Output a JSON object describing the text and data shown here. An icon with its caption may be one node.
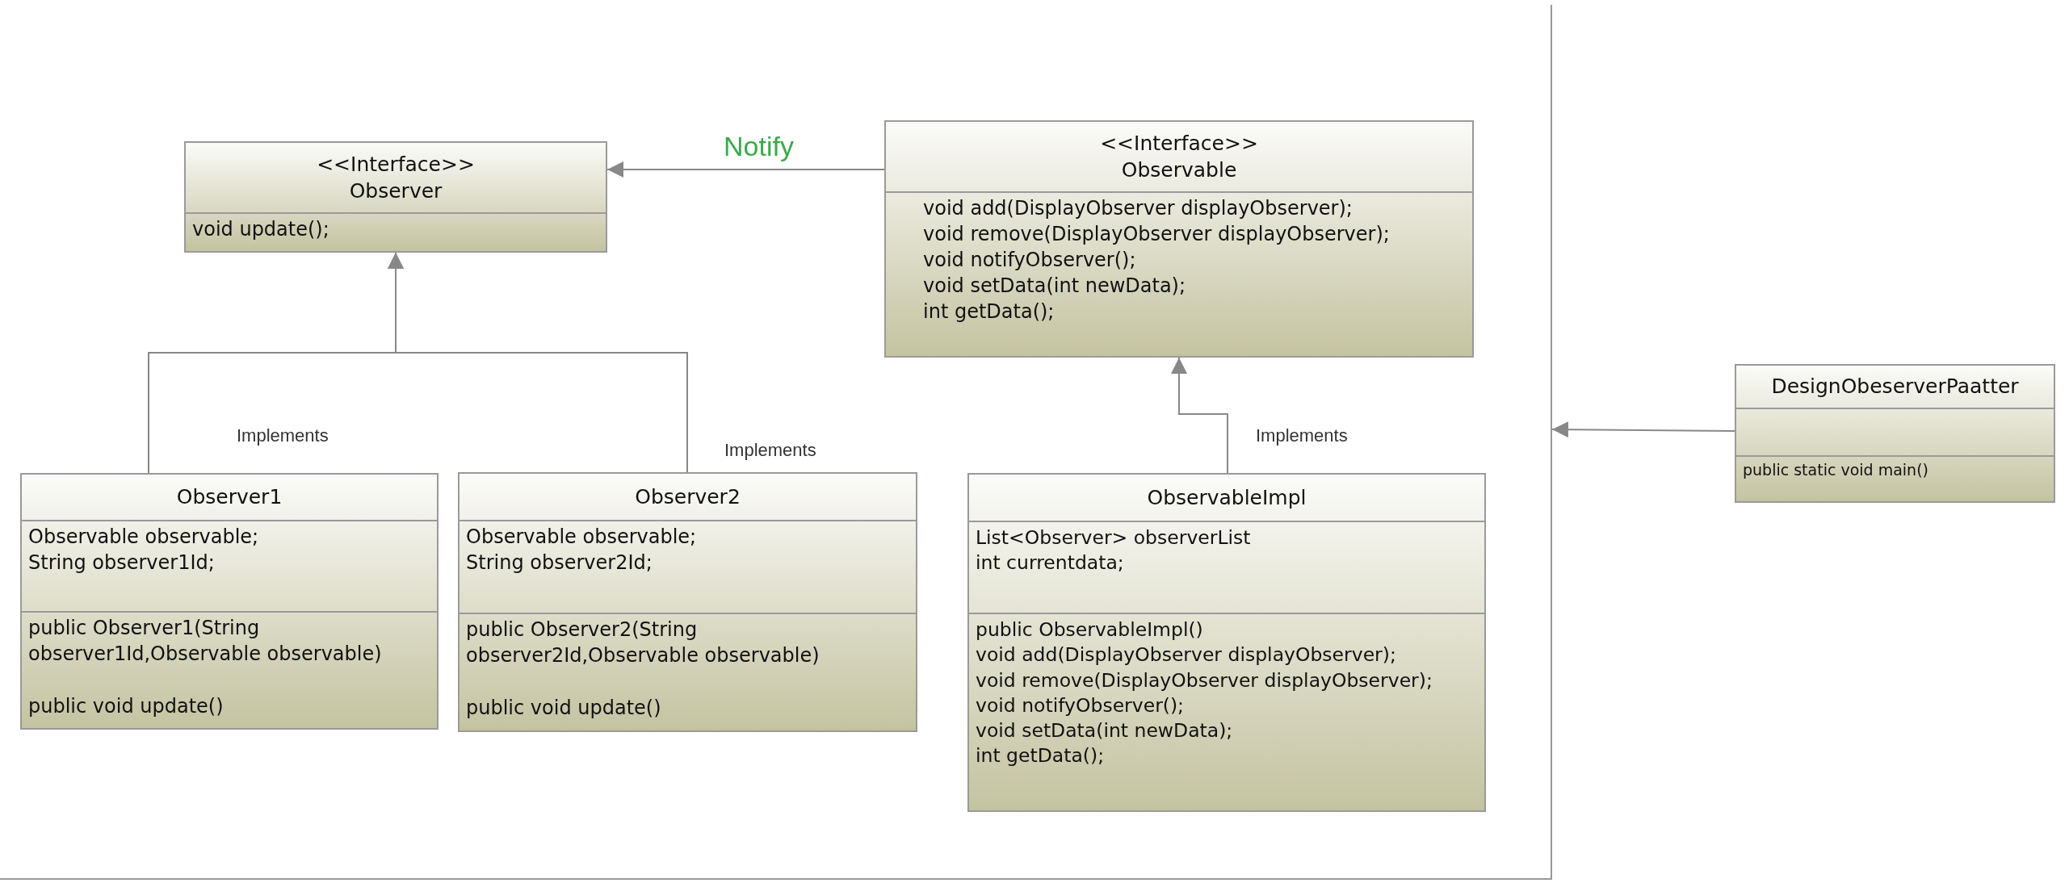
{
  "diagram": {
    "nodes": [
      {
        "text": [],
        "shape": "box"
      },
      {
        "text": [
          "<<Interface>>",
          "Observer",
          "void update();"
        ],
        "in": 0
      },
      {
        "text": [
          "<<Interface>>",
          "Observable",
          "void add(DisplayObserver displayObserver);",
          "void remove(DisplayObserver displayObserver);",
          "void notifyObserver();",
          "void setData(int newData);",
          "int getData();"
        ],
        "in": 0
      },
      {
        "text": [
          "Observer1",
          "Observable observable;",
          "String observer1Id;",
          "public Observer1(String observer1Id,Observable observable)",
          "public void update()"
        ],
        "in": 0
      },
      {
        "text": [
          "Observer2",
          "Observable observable;",
          "String observer2Id;",
          "public Observer2(String observer2Id,Observable observable)",
          "public void update()"
        ],
        "in": 0
      },
      {
        "text": [
          "ObservableImpl",
          "List<Observer> observerList",
          "int currentdata;",
          "public ObservableImpl()",
          "void add(DisplayObserver displayObserver);",
          "void remove(DisplayObserver displayObserver);",
          "void notifyObserver();",
          "void setData(int newData);",
          "int getData();"
        ],
        "in": 0
      },
      {
        "text": [
          "DesignObeserverPaatter",
          "public static void main()"
        ]
      }
    ],
    "edges": [
      {
        "from": 2,
        "to": 1,
        "arrow": "to",
        "label": "Notify"
      },
      {
        "from": 3,
        "to": 1,
        "arrow": "to",
        "label": "Implements"
      },
      {
        "from": 4,
        "to": 1,
        "arrow": "to",
        "label": "Implements"
      },
      {
        "from": 5,
        "to": 2,
        "arrow": "to",
        "label": "Implements"
      },
      {
        "from": 6,
        "to": 0,
        "arrow": "to"
      }
    ]
  }
}
